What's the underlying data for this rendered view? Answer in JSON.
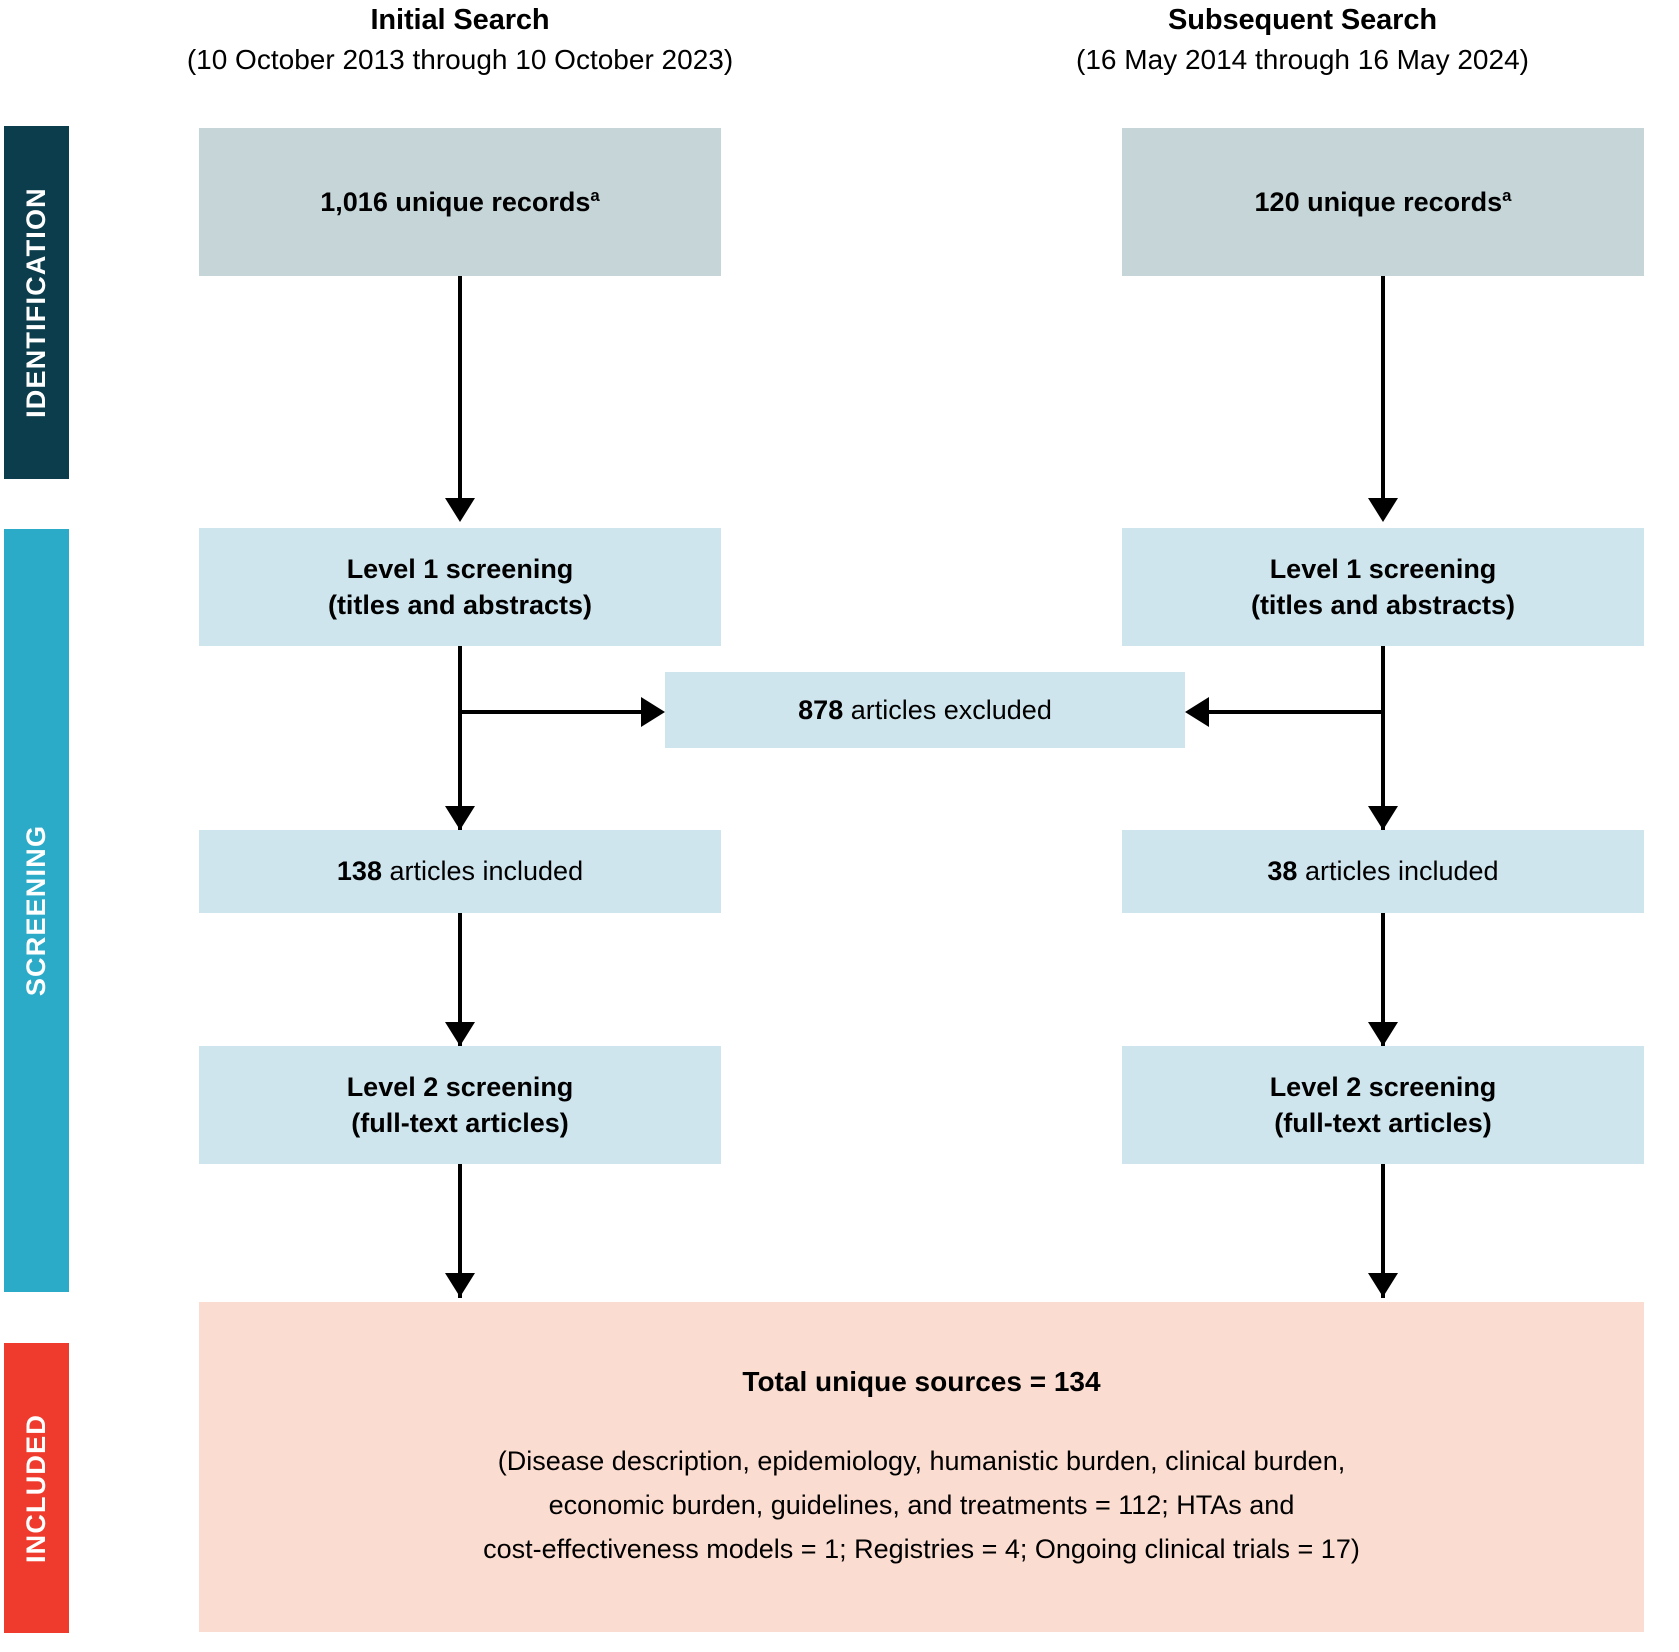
{
  "figure": {
    "type": "prisma-flow-diagram",
    "columns": [
      {
        "key": "initial",
        "title": "Initial Search",
        "subtitle": "(10 October 2013 through 10 October 2023)"
      },
      {
        "key": "subsequent",
        "title": "Subsequent Search",
        "subtitle": "(16 May 2014 through 16 May 2024)"
      }
    ],
    "stages": [
      {
        "key": "identification",
        "label": "IDENTIFICATION",
        "color": "#0b3d4c"
      },
      {
        "key": "screening",
        "label": "SCREENING",
        "color": "#2cabc9"
      },
      {
        "key": "included",
        "label": "INCLUDED",
        "color": "#ef3b2d"
      }
    ],
    "colors": {
      "identification_box": "#c6d5d8",
      "screening_box": "#cfe5ee",
      "included_box": "#fbdcd1",
      "connector": "#000000",
      "text": "#000000"
    },
    "nodes": {
      "initial_records": {
        "count": "1,016",
        "text": "unique records",
        "footnote": "a",
        "full_text": "1,016 unique recordsa"
      },
      "subsequent_records": {
        "count": "120",
        "text": "unique records",
        "footnote": "a",
        "full_text": "120 unique recordsa"
      },
      "level1_left": {
        "line1": "Level 1 screening",
        "line2": "(titles and abstracts)"
      },
      "level1_right": {
        "line1": "Level 1 screening",
        "line2": "(titles and abstracts)"
      },
      "excluded": {
        "count": "878",
        "text": "articles excluded",
        "full_text": "878 articles excluded"
      },
      "included_left": {
        "count": "138",
        "text": "articles included",
        "full_text": "138 articles included"
      },
      "included_right": {
        "count": "38",
        "text": "articles included",
        "full_text": "38 articles included"
      },
      "level2_left": {
        "line1": "Level 2 screening",
        "line2": "(full-text articles)"
      },
      "level2_right": {
        "line1": "Level 2 screening",
        "line2": "(full-text articles)"
      },
      "total": {
        "title": "Total unique sources = 134",
        "detail_line1": "(Disease description, epidemiology, humanistic burden, clinical burden,",
        "detail_line2": "economic burden, guidelines, and treatments = 112; HTAs and",
        "detail_line3": "cost-effectiveness models = 1; Registries = 4; Ongoing clinical trials = 17)",
        "total_value": "134",
        "breakdown": [
          {
            "category": "Disease description, epidemiology, humanistic burden, clinical burden, economic burden, guidelines, and treatments",
            "value": "112"
          },
          {
            "category": "HTAs and cost-effectiveness models",
            "value": "1"
          },
          {
            "category": "Registries",
            "value": "4"
          },
          {
            "category": "Ongoing clinical trials",
            "value": "17"
          }
        ]
      }
    }
  }
}
